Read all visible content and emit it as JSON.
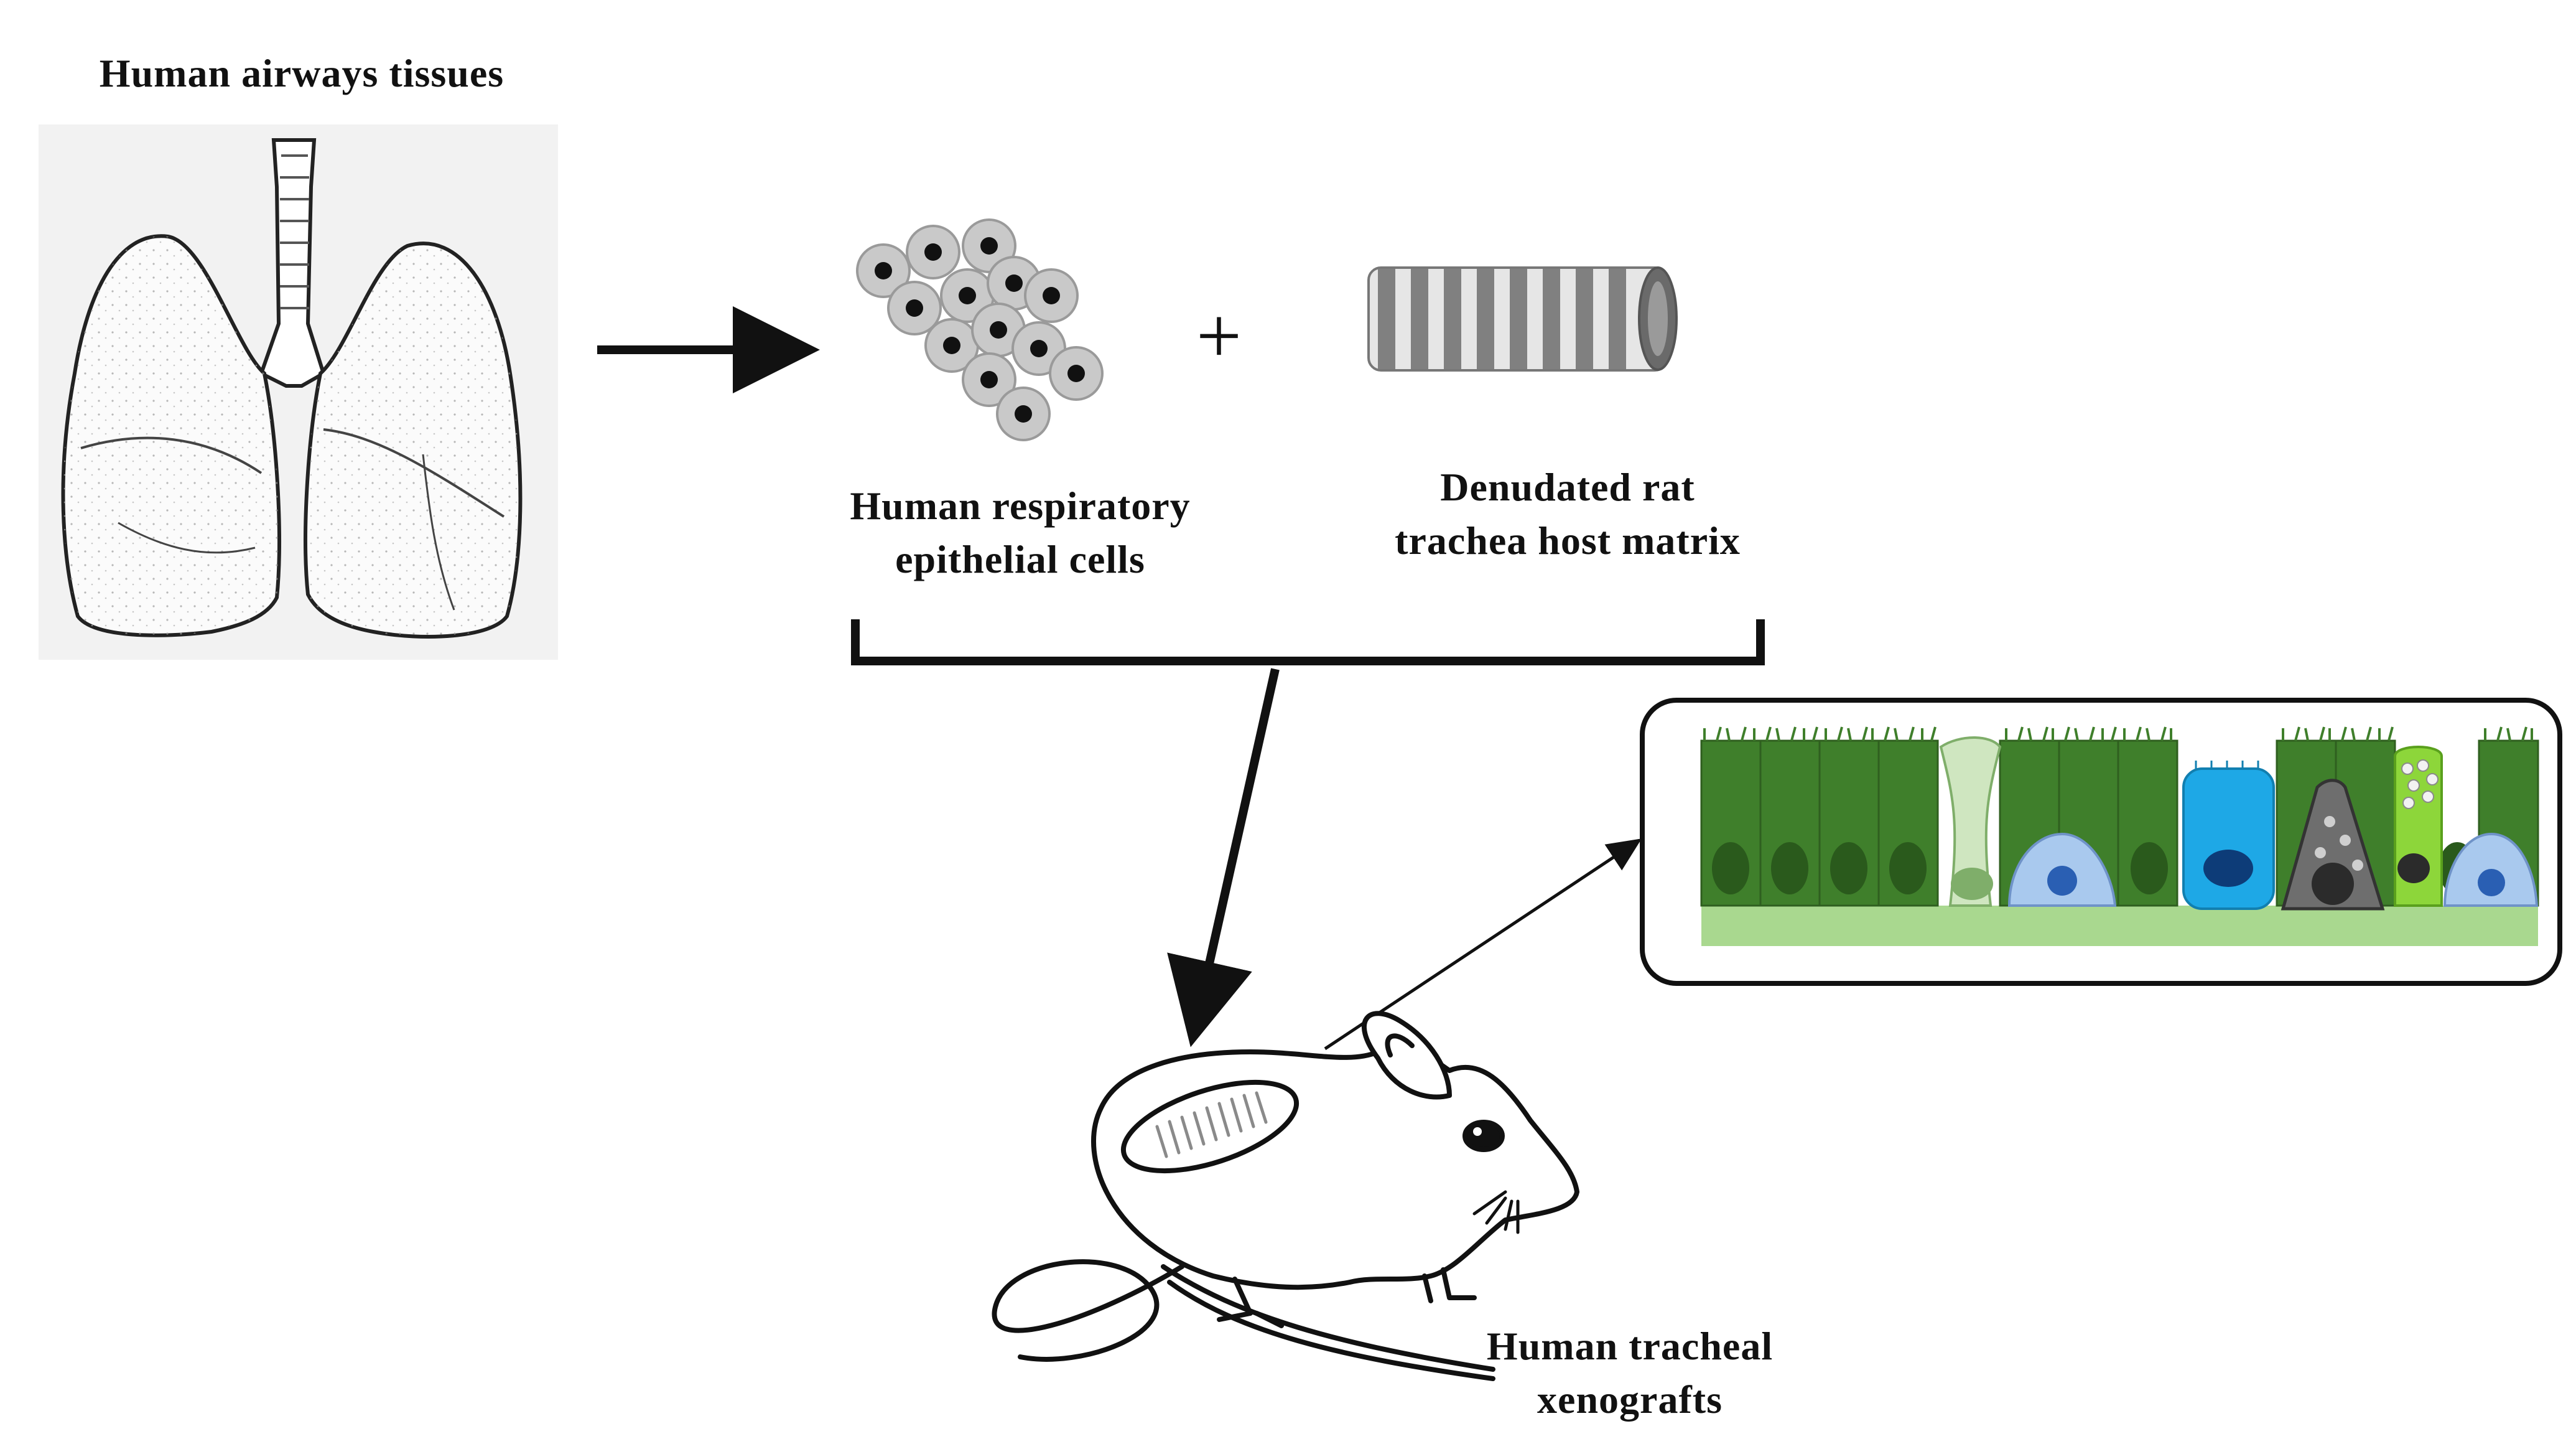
{
  "labels": {
    "airways": "Human airways tissues",
    "cells_line1": "Human respiratory",
    "cells_line2": "epithelial cells",
    "matrix_line1": "Denudated rat",
    "matrix_line2": "trachea host matrix",
    "xeno_line1": "Human tracheal",
    "xeno_line2": "xenografts",
    "plus": "+"
  },
  "colors": {
    "arrow": "#111111",
    "cell_fill": "#c9c9c9",
    "cell_nucleus": "#111111",
    "ciliated_green": "#3f7f2b",
    "goblet_pale": "#cfe6c0",
    "basal_blue": "#a9c9ee",
    "bright_blue": "#1ea8e6",
    "neuroendocrine_gray": "#6e6e6e",
    "club_green": "#8dd63a",
    "basement_membrane": "#a9d88f"
  },
  "icons": [
    "lungs-icon",
    "cell-cluster-icon",
    "trachea-scaffold-icon",
    "mouse-icon",
    "epithelium-inset-icon"
  ]
}
